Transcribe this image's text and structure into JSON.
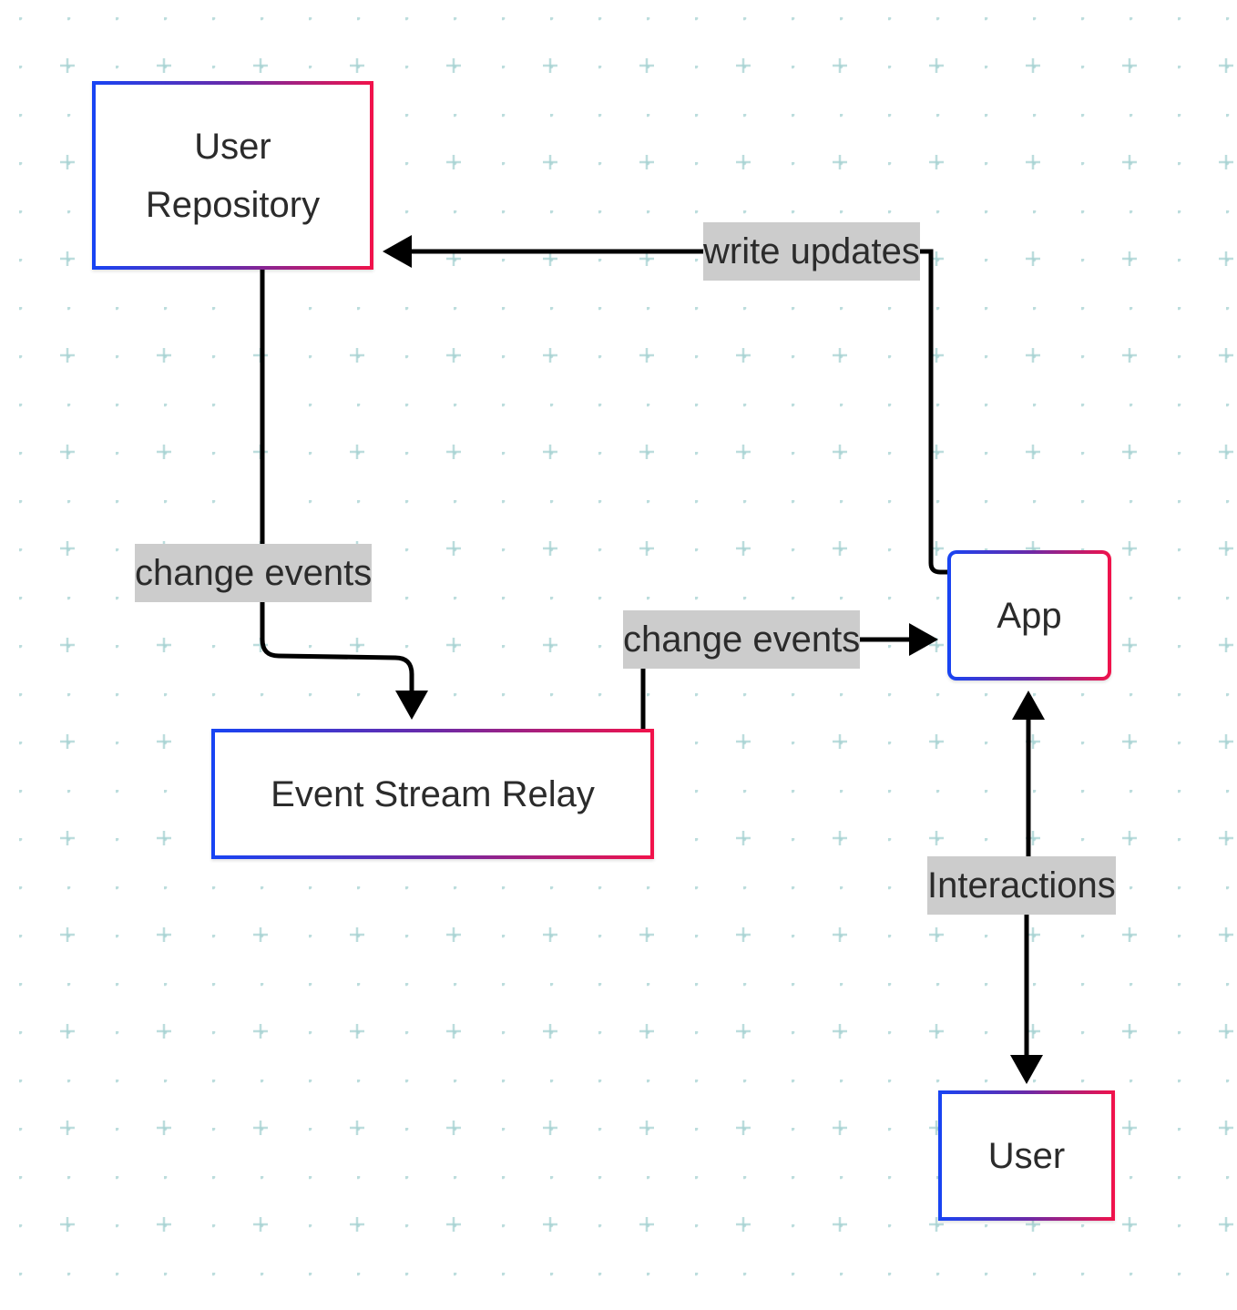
{
  "nodes": {
    "user_repository": {
      "line1": "User",
      "line2": "Repository"
    },
    "event_stream_relay": {
      "label": "Event Stream Relay"
    },
    "app": {
      "label": "App"
    },
    "user": {
      "label": "User"
    }
  },
  "edges": {
    "write_updates": {
      "label": "write updates"
    },
    "repo_to_relay": {
      "label": "change events"
    },
    "relay_to_app": {
      "label": "change events"
    },
    "interactions": {
      "label": "Interactions"
    }
  },
  "colors": {
    "border_start": "#1744f4",
    "border_end": "#f2124a",
    "edge": "#000000",
    "label_bg": "#cccccc",
    "text": "#2b2b2b",
    "grid": "#a5d2d2"
  }
}
